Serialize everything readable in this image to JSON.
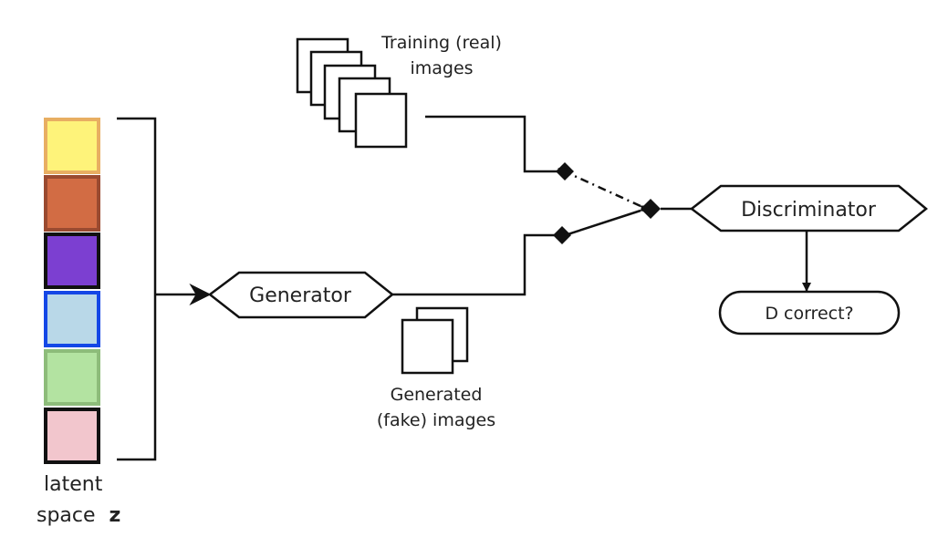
{
  "nodes": {
    "generator": "Generator",
    "discriminator": "Discriminator",
    "result": "D correct?"
  },
  "captions": {
    "training_line1": "Training (real)",
    "training_line2": "images",
    "generated_line1": "Generated",
    "generated_line2": "(fake) images",
    "latent_line1": "latent",
    "latent_line2": "space",
    "latent_symbol": "z"
  },
  "latent_cells": [
    {
      "fill": "#fef37a",
      "border": "#e8ae62"
    },
    {
      "fill": "#d26c44",
      "border": "#9a4a30"
    },
    {
      "fill": "#7c3fd1",
      "border": "#111111"
    },
    {
      "fill": "#b9d8e8",
      "border": "#1447e6"
    },
    {
      "fill": "#b3e3a1",
      "border": "#8dbc7a"
    },
    {
      "fill": "#f2c6cd",
      "border": "#111111"
    }
  ],
  "colors": {
    "stroke": "#111111",
    "text": "#222222"
  }
}
